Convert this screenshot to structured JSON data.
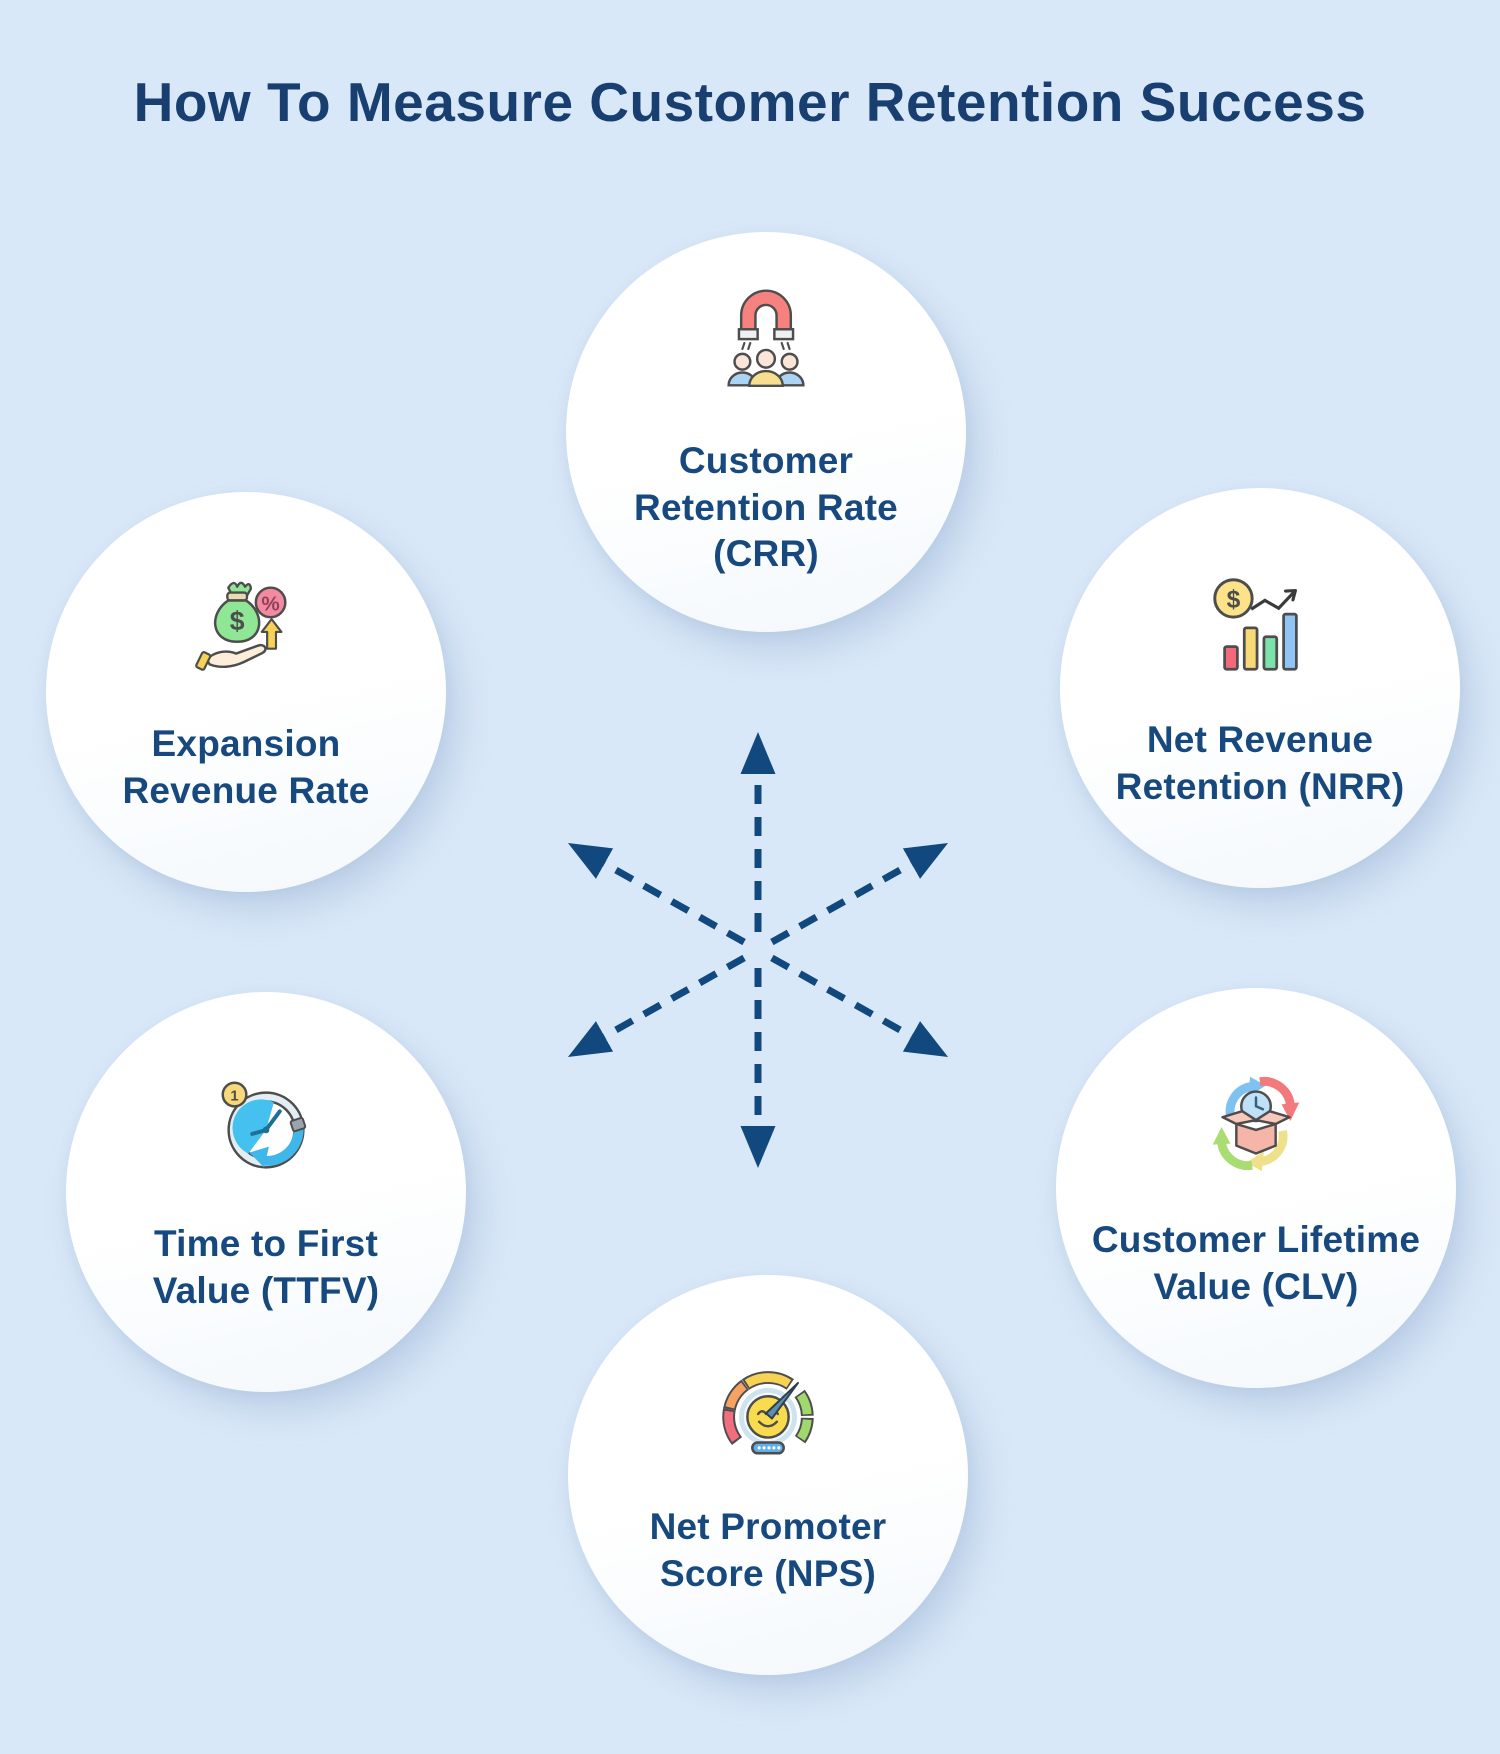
{
  "title": "How To Measure Customer Retention Success",
  "colors": {
    "background": "#d9e8f8",
    "circle_fill": "#ffffff",
    "title_text": "#183f70",
    "label_text": "#17497f",
    "arrow": "#11497e"
  },
  "metrics": [
    {
      "id": "crr",
      "label": "Customer\nRetention Rate\n(CRR)",
      "icon": "magnet-people-icon"
    },
    {
      "id": "expansion",
      "label": "Expansion\nRevenue Rate",
      "icon": "money-bag-hand-icon"
    },
    {
      "id": "nrr",
      "label": "Net Revenue\nRetention (NRR)",
      "icon": "coin-bar-chart-icon"
    },
    {
      "id": "ttfv",
      "label": "Time to First\nValue (TTFV)",
      "icon": "clock-rewind-icon"
    },
    {
      "id": "clv",
      "label": "Customer Lifetime\nValue (CLV)",
      "icon": "box-lifecycle-icon"
    },
    {
      "id": "nps",
      "label": "Net Promoter\nScore (NPS)",
      "icon": "gauge-smiley-icon"
    }
  ]
}
